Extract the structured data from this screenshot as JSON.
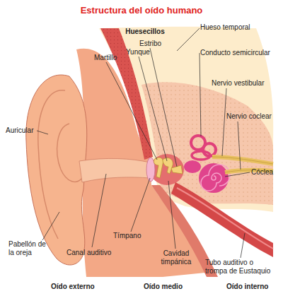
{
  "diagram": {
    "title": "Estructura del oído humano",
    "labels": [
      "Huesecillos",
      "Hueso temporal",
      "Estribo",
      "Martillo",
      "Yunque",
      "Conducto semicircular",
      "Nervio vestibular",
      "Nervio coclear",
      "Auricular",
      "Cóclea",
      "Pabellón de la oreja",
      "Canal auditivo",
      "Tímpano",
      "Cavidad timpánica",
      "Tubo auditivo o trompa de Eustaquio",
      "Oído externo",
      "Oído medio",
      "Oído interno"
    ]
  }
}
